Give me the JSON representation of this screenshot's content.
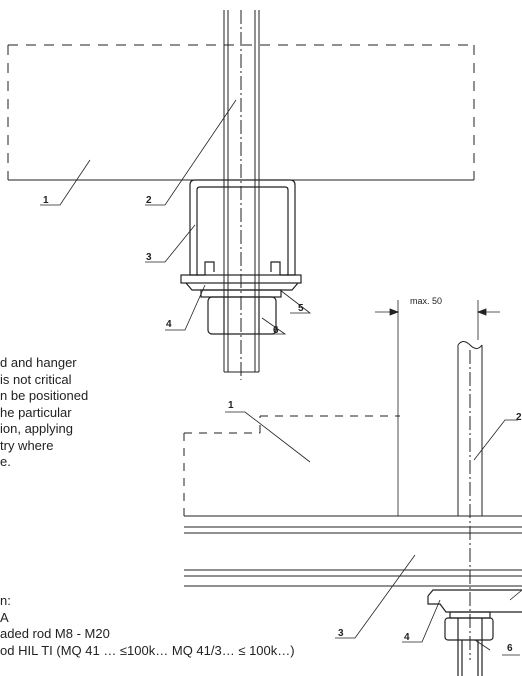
{
  "drawing_top": {
    "callouts": [
      "1",
      "2",
      "3",
      "4",
      "5",
      "6"
    ]
  },
  "drawing_side": {
    "dimension_label": "max. 50",
    "callouts": [
      "1",
      "2",
      "3",
      "4",
      "6"
    ]
  },
  "description_lines": [
    "d and hanger",
    "is not critical",
    "n be positioned",
    "he particular",
    "ion, applying",
    "try where",
    "e."
  ],
  "legend_lines": [
    "n:",
    "A",
    "aded rod M8 - M20",
    "od HIL TI (MQ 41 … ≤100k… MQ 41/3… ≤ 100k…)"
  ]
}
